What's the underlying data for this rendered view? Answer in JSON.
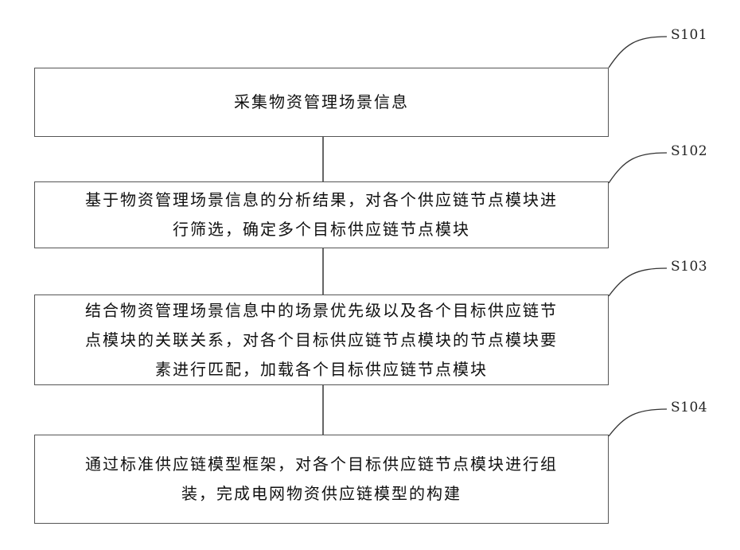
{
  "steps": [
    {
      "id": "S101",
      "label": "S101",
      "lines": [
        "采集物资管理场景信息"
      ]
    },
    {
      "id": "S102",
      "label": "S102",
      "lines": [
        "基于物资管理场景信息的分析结果，对各个供应链节点模块进",
        "行筛选，确定多个目标供应链节点模块"
      ]
    },
    {
      "id": "S103",
      "label": "S103",
      "lines": [
        "结合物资管理场景信息中的场景优先级以及各个目标供应链节",
        "点模块的关联关系，对各个目标供应链节点模块的节点模块要",
        "素进行匹配，加载各个目标供应链节点模块"
      ]
    },
    {
      "id": "S104",
      "label": "S104",
      "lines": [
        "通过标准供应链模型框架，对各个目标供应链节点模块进行组",
        "装，完成电网物资供应链模型的构建"
      ]
    }
  ]
}
